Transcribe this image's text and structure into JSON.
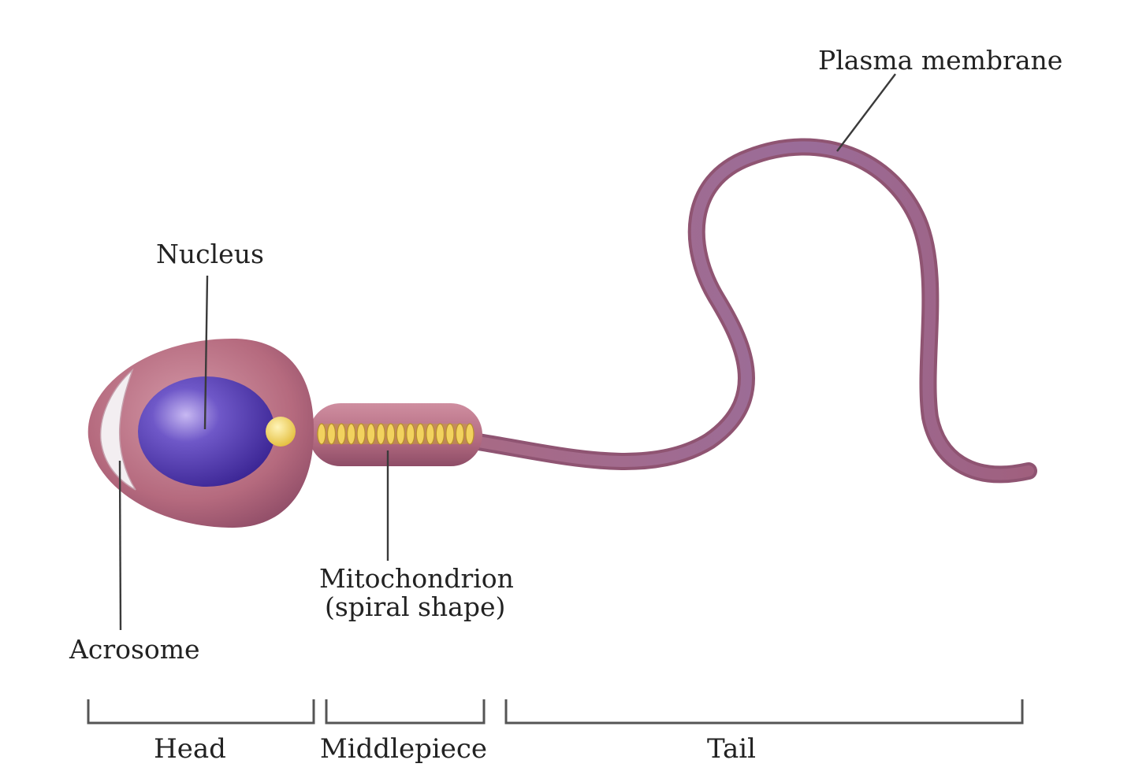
{
  "labels": {
    "plasma_membrane": "Plasma membrane",
    "nucleus": "Nucleus",
    "mitochondrion_line1": "Mitochondrion",
    "mitochondrion_line2": "(spiral shape)",
    "acrosome": "Acrosome"
  },
  "regions": {
    "head": "Head",
    "middlepiece": "Middlepiece",
    "tail": "Tail"
  },
  "colors": {
    "cell_body": "#b56a7e",
    "tail": "#9b5a78",
    "nucleus": "#5a3fb5",
    "mitochondrion": "#e8c24a",
    "acrosome": "#f0e6ea"
  }
}
